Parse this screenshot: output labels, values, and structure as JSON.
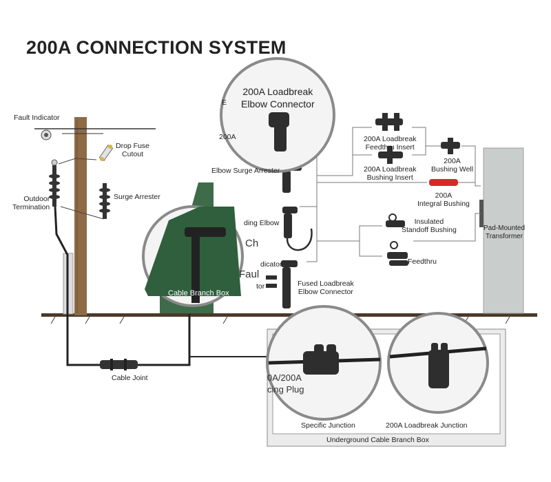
{
  "title": "200A CONNECTION SYSTEM",
  "labels": {
    "fault_indicator": "Fault Indicator",
    "drop_fuse_cutout": "Drop Fuse\nCutout",
    "outdoor_termination": "Outdoor\nTermination",
    "surge_arrester": "Surge Arrester",
    "cable_joint": "Cable Joint",
    "cable_branch_box": "Cable Branch Box",
    "loadbreak_elbow_connector": "200A Loadbreak\nElbow Connector",
    "elbow_surge_arrester": "Elbow Surge Arrester",
    "loadbreak_feedthru_insert": "200A Loadbreak\nFeedthru Insert",
    "loadbreak_bushing_insert": "200A Loadbreak\nBushing Insert",
    "bushing_well": "200A\nBushing Well",
    "integral_bushing": "200A\nIntegral Bushing",
    "grounding_elbow_partial": "ding Elbow",
    "insulated_standoff_bushing": "Insulated\nStandoff Bushing",
    "feedthru": "Feedthru",
    "pad_mounted_transformer": "Pad-Mounted\nTransformer",
    "fused_loadbreak_elbow_connector": "Fused Loadbreak\nElbow Connector",
    "fault_indicator_partial": "Faul",
    "ch_partial": "Ch",
    "dicator_partial": "dicator",
    "e_partial": "E",
    "two_hundred_a_partial": "200A",
    "tor_partial": "tor",
    "splicing_plug_partial": "0A/200A\ncing Plug",
    "specific_junction": "Specific Junction",
    "loadbreak_junction": "200A Loadbreak Junction",
    "underground_cable_branch_box": "Underground Cable Branch Box"
  },
  "colors": {
    "ground": "#4a3a2a",
    "pole": "#8f6a47",
    "cable": "#222222",
    "box_green": "#3e6b4a",
    "transformer": "#c9cdcb",
    "magnifier_fill": "#f4f4f4",
    "magnifier_rim": "#8a8a8a",
    "red_accent": "#d62828",
    "line": "#666666"
  },
  "icons": [
    "fault-indicator-icon",
    "drop-fuse-cutout-icon",
    "termination-icon",
    "surge-arrester-icon",
    "elbow-connector-icon",
    "cable-joint-icon",
    "bushing-icon"
  ]
}
